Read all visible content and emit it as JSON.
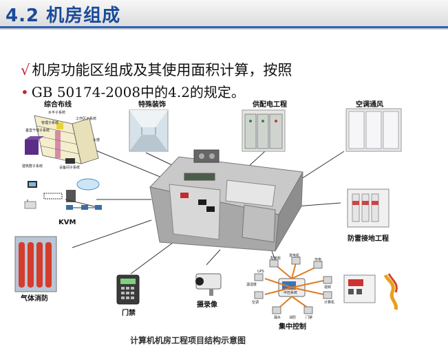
{
  "slide": {
    "title": "4.2 机房组成",
    "bullets": [
      {
        "mark": "√",
        "text": "机房功能区组成及其使用面积计算，按照"
      },
      {
        "mark": "•",
        "text": "GB 50174-2008中的4.2的规定。"
      }
    ]
  },
  "diagram": {
    "labels": {
      "cabling": "综合布线",
      "decoration": "特殊装饰",
      "power": "供配电工程",
      "hvac": "空调通风",
      "kvm": "KVM",
      "lightning": "防雷接地工程",
      "gas": "气体消防",
      "access": "门禁",
      "camera": "摄录像",
      "central": "集中控制"
    },
    "cabling_parts": [
      "水平子系统",
      "工作区子系统",
      "管理子系统",
      "垂直干线子系统",
      "建筑群子系统",
      "设备间子系统",
      "大楼"
    ],
    "central_nodes": [
      "配电柜",
      "发电机",
      "UPS",
      "市电",
      "温湿度",
      "视频",
      "空调",
      "漏水",
      "消防",
      "计算机",
      "门禁",
      "中控系统"
    ],
    "caption": "计算机机房工程项目结构示意图"
  },
  "colors": {
    "title": "#1a4a9a",
    "accent": "#2d63b8",
    "bullet_mark": "#c0283a"
  }
}
